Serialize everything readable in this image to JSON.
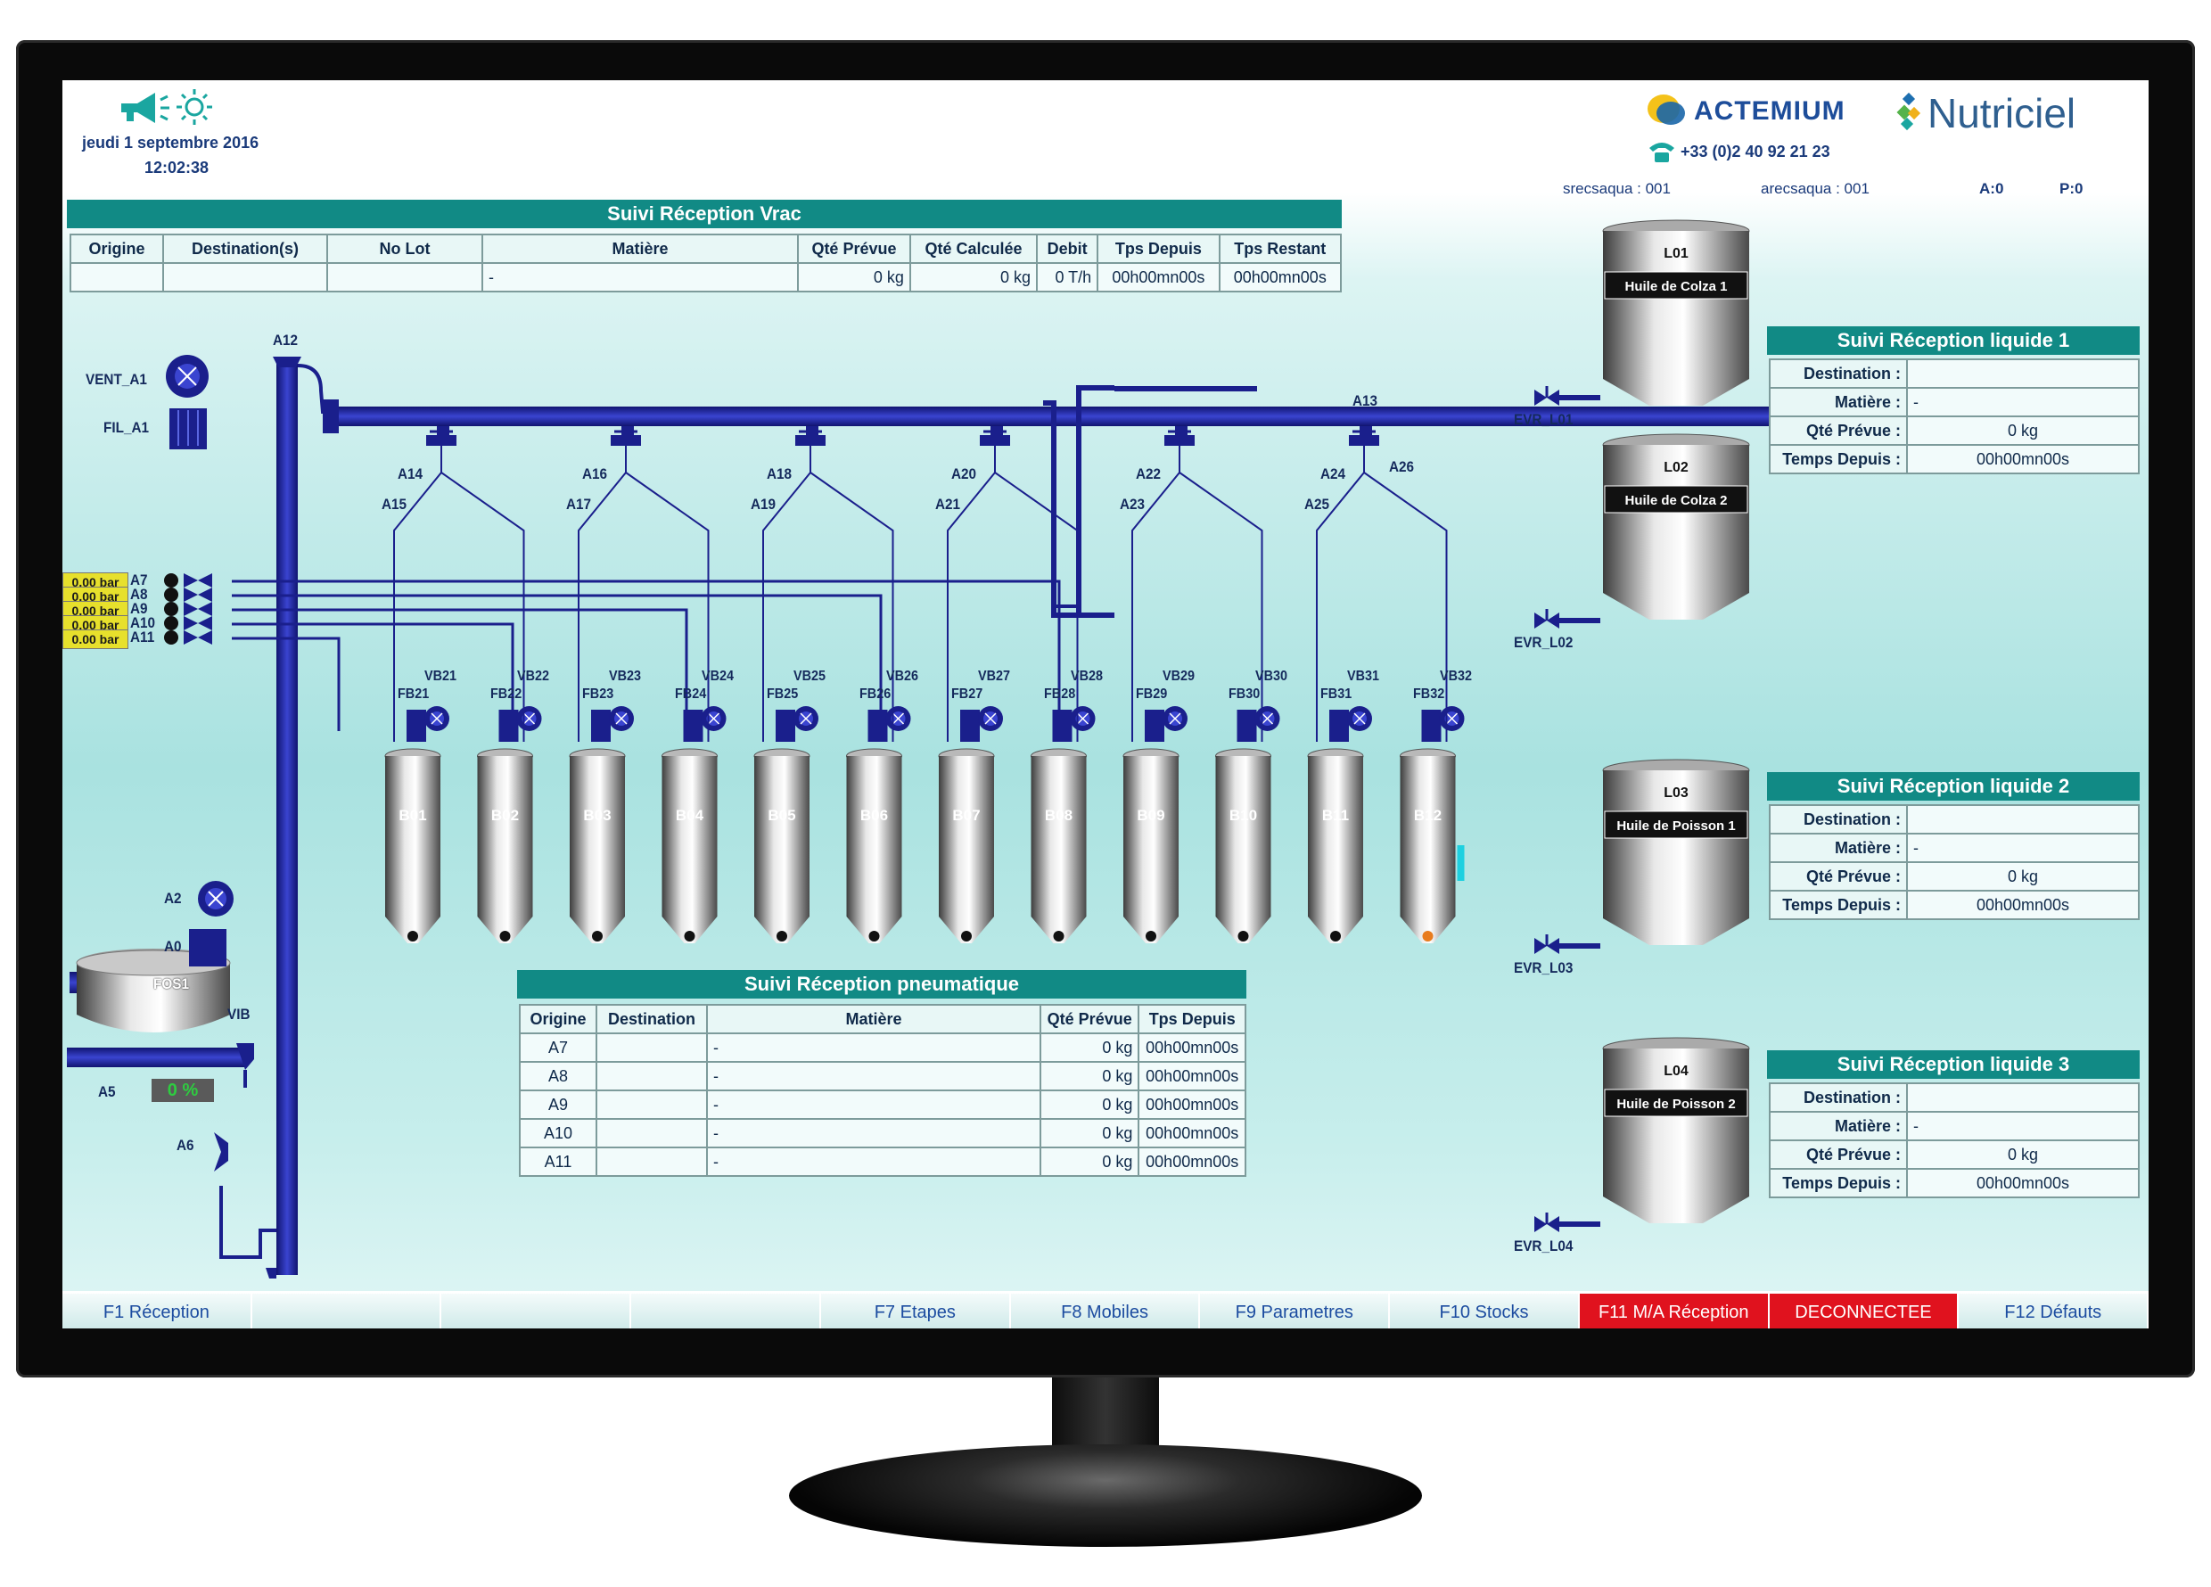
{
  "header": {
    "date": "jeudi 1 septembre 2016",
    "time": "12:02:38",
    "brand1": "ACTEMIUM",
    "brand2": "Nutriciel",
    "phone": "+33 (0)2 40 92 21 23",
    "status": [
      "srecsaqua : 001",
      "arecsaqua : 001",
      "A:0",
      "P:0"
    ]
  },
  "vrac": {
    "title": "Suivi Réception Vrac",
    "headers": [
      "Origine",
      "Destination(s)",
      "No Lot",
      "Matière",
      "Qté Prévue",
      "Qté Calculée",
      "Debit",
      "Tps Depuis",
      "Tps Restant"
    ],
    "row": [
      "",
      "",
      "",
      "-",
      "0 kg",
      "0 kg",
      "0 T/h",
      "00h00mn00s",
      "00h00mn00s"
    ]
  },
  "pneu": {
    "title": "Suivi Réception pneumatique",
    "headers": [
      "Origine",
      "Destination",
      "Matière",
      "Qté Prévue",
      "Tps Depuis"
    ],
    "rows": [
      [
        "A7",
        "",
        "-",
        "0 kg",
        "00h00mn00s"
      ],
      [
        "A8",
        "",
        "-",
        "0 kg",
        "00h00mn00s"
      ],
      [
        "A9",
        "",
        "-",
        "0 kg",
        "00h00mn00s"
      ],
      [
        "A10",
        "",
        "-",
        "0 kg",
        "00h00mn00s"
      ],
      [
        "A11",
        "",
        "-",
        "0 kg",
        "00h00mn00s"
      ]
    ]
  },
  "liquides": [
    {
      "title": "Suivi Réception liquide 1",
      "labels": [
        "Destination :",
        "Matière :",
        "Qté Prévue :",
        "Temps Depuis :"
      ],
      "values": [
        "",
        "-",
        "0 kg",
        "00h00mn00s"
      ]
    },
    {
      "title": "Suivi Réception liquide 2",
      "labels": [
        "Destination :",
        "Matière :",
        "Qté Prévue :",
        "Temps Depuis :"
      ],
      "values": [
        "",
        "-",
        "0 kg",
        "00h00mn00s"
      ]
    },
    {
      "title": "Suivi Réception liquide 3",
      "labels": [
        "Destination :",
        "Matière :",
        "Qté Prévue :",
        "Temps Depuis :"
      ],
      "values": [
        "",
        "-",
        "0 kg",
        "00h00mn00s"
      ]
    }
  ],
  "tanks": [
    {
      "id": "L01",
      "content": "Huile de Colza 1",
      "valve": "EVR_L01"
    },
    {
      "id": "L02",
      "content": "Huile de Colza 2",
      "valve": "EVR_L02"
    },
    {
      "id": "L03",
      "content": "Huile de Poisson 1",
      "valve": "EVR_L03"
    },
    {
      "id": "L04",
      "content": "Huile de Poisson 2",
      "valve": "EVR_L04"
    }
  ],
  "bins": [
    "B01",
    "B02",
    "B03",
    "B04",
    "B05",
    "B06",
    "B07",
    "B08",
    "B09",
    "B10",
    "B11",
    "B12"
  ],
  "fans": [
    "FB21",
    "FB22",
    "FB23",
    "FB24",
    "FB25",
    "FB26",
    "FB27",
    "FB28",
    "FB29",
    "FB30",
    "FB31",
    "FB32"
  ],
  "vibrators": [
    "VB21",
    "VB22",
    "VB23",
    "VB24",
    "VB25",
    "VB26",
    "VB27",
    "VB28",
    "VB29",
    "VB30",
    "VB31",
    "VB32"
  ],
  "diverters_top": [
    "A14",
    "A16",
    "A18",
    "A20",
    "A22",
    "A24"
  ],
  "diverters_bottom": [
    "A15",
    "A17",
    "A19",
    "A21",
    "A23",
    "A25"
  ],
  "lines": [
    {
      "pressure": "0.00 bar",
      "name": "A7"
    },
    {
      "pressure": "0.00 bar",
      "name": "A8"
    },
    {
      "pressure": "0.00 bar",
      "name": "A9"
    },
    {
      "pressure": "0.00 bar",
      "name": "A10"
    },
    {
      "pressure": "0.00 bar",
      "name": "A11"
    }
  ],
  "equipment": {
    "a12": "A12",
    "a13": "A13",
    "a26": "A26",
    "vent": "VENT_A1",
    "fil": "FIL_A1",
    "a2": "A2",
    "a0": "A0",
    "fos": "FOS1",
    "vib": "VIB",
    "a5": "A5",
    "a5_value": "0 %",
    "a6": "A6"
  },
  "fkeys": [
    "F1 Réception",
    "",
    "",
    "",
    "F7 Etapes",
    "F8 Mobiles",
    "F9 Parametres",
    "F10 Stocks",
    "F11 M/A Réception",
    "DECONNECTEE",
    "F12 Défauts"
  ],
  "colors": {
    "accent": "#118a85",
    "pipe": "#1a1f8c",
    "alarm": "#e0121e",
    "pressure": "#e7e02c",
    "status_ok": "#22c55e"
  },
  "icons": [
    "megaphone-icon",
    "sun-icon",
    "phone-icon"
  ]
}
